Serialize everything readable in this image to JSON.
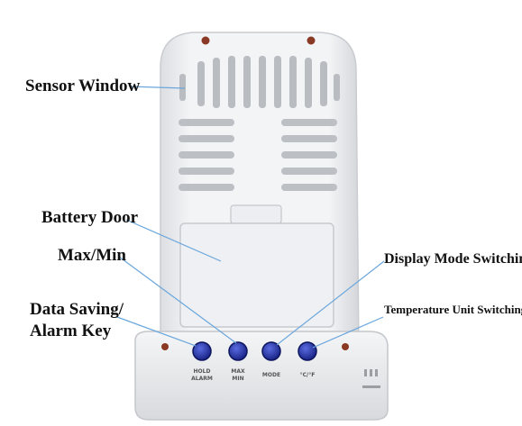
{
  "callouts": {
    "sensor_window": "Sensor Window",
    "battery_door": "Battery Door",
    "max_min": "Max/Min",
    "data_saving_line1": "Data Saving/",
    "data_saving_line2": "Alarm Key",
    "display_mode": "Display Mode Switching",
    "temperature_unit": "Temperature Unit Switching"
  },
  "buttons": [
    {
      "line1": "HOLD",
      "line2": "ALARM"
    },
    {
      "line1": "MAX",
      "line2": "MIN"
    },
    {
      "line1": "MODE",
      "line2": ""
    },
    {
      "line1": "°C/°F",
      "line2": ""
    }
  ],
  "colors": {
    "device_body": "#f2f3f5",
    "button_blue": "#1f2fa8",
    "leader_line": "#6aa6dc",
    "screw": "#8a3a24"
  }
}
